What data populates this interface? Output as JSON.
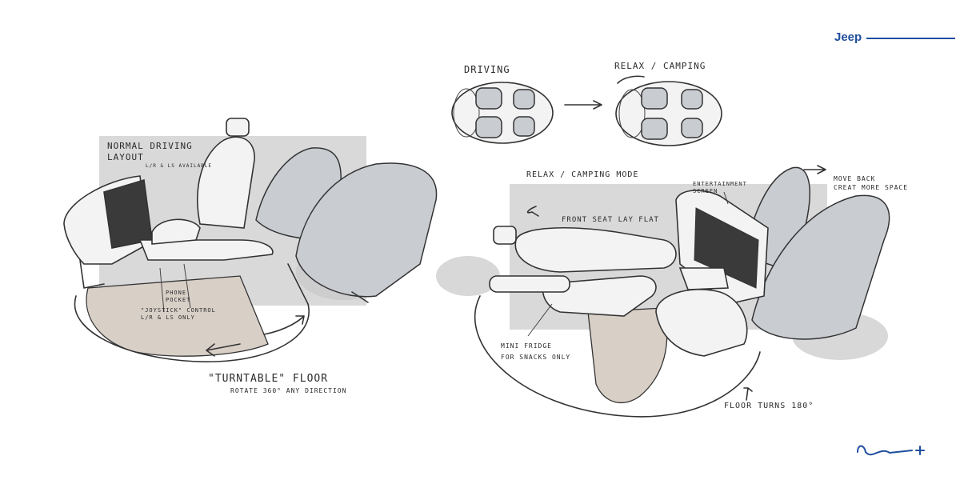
{
  "brand": {
    "name": "Jeep",
    "color": "#1f4e9e"
  },
  "labels": {
    "normal_layout": "NORMAL DRIVING\nLAYOUT",
    "normal_sub": "L/R & LS AVAILABLE",
    "phone_pocket": "PHONE\nPOCKET",
    "joystick": "\"JOYSTICK\" CONTROL\nL/R & LS ONLY",
    "turntable_title": "\"TURNTABLE\" FLOOR",
    "turntable_sub": "ROTATE 360° ANY DIRECTION",
    "driving": "DRIVING",
    "relax_top": "RELAX / CAMPING",
    "relax_mode": "RELAX / CAMPING MODE",
    "entertainment": "ENTERTAINMENT\nSCREEN",
    "move_back": "MOVE BACK\nCREAT MORE SPACE",
    "front_seat": "FRONT SEAT LAY FLAT",
    "mini_fridge": "MINI FRIDGE\nFOR SNACKS ONLY",
    "floor_turns": "FLOOR TURNS 180°"
  },
  "icons": {
    "arrow": "arrow-right-icon",
    "rotate": "rotate-arrows-icon",
    "signature": "signature-icon"
  },
  "colors": {
    "panel": "#d9d9d9",
    "wood": "#d8cfc7",
    "seat_fabric": "#c9ccd1"
  }
}
